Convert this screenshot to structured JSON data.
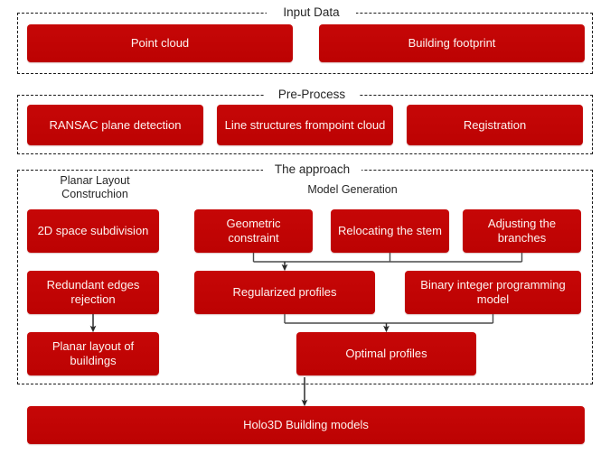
{
  "diagram": {
    "title_present": false,
    "accent_color": "#c00505",
    "text_color_on_accent": "#fdf3f0",
    "border_style": "dashed",
    "border_color": "#1a1a1a"
  },
  "groups": [
    {
      "id": "input-data",
      "label": "Input Data"
    },
    {
      "id": "pre-process",
      "label": "Pre-Process"
    },
    {
      "id": "the-approach",
      "label": "The approach"
    }
  ],
  "column_labels": [
    {
      "id": "planar-layout",
      "label": "Planar Layout\nConstruchion"
    },
    {
      "id": "model-generation",
      "label": "Model Generation"
    }
  ],
  "nodes": {
    "input": [
      {
        "id": "point-cloud",
        "label": "Point cloud"
      },
      {
        "id": "building-footprint",
        "label": "Building footprint"
      }
    ],
    "preprocess": [
      {
        "id": "ransac-plane-detection",
        "label": "RANSAC plane detection"
      },
      {
        "id": "line-structures",
        "label": "Line structures frompoint cloud"
      },
      {
        "id": "registration",
        "label": "Registration"
      }
    ],
    "planar_layout": [
      {
        "id": "2d-space-subdivision",
        "label": "2D space subdivision"
      },
      {
        "id": "redundant-edges-rejection",
        "label": "Redundant edges rejection"
      },
      {
        "id": "planar-layout-of-buildings",
        "label": "Planar layout of buildings"
      }
    ],
    "model_generation": [
      {
        "id": "geometric-constraint",
        "label": "Geometric constraint"
      },
      {
        "id": "relocating-the-stem",
        "label": "Relocating the stem"
      },
      {
        "id": "adjusting-the-branches",
        "label": "Adjusting the branches"
      },
      {
        "id": "regularized-profiles",
        "label": "Regularized profiles"
      },
      {
        "id": "binary-integer-programming-model",
        "label": "Binary integer programming model"
      },
      {
        "id": "optimal-profiles",
        "label": "Optimal profiles"
      }
    ],
    "output": [
      {
        "id": "holo3d-building-models",
        "label": "Holo3D Building models"
      }
    ]
  }
}
